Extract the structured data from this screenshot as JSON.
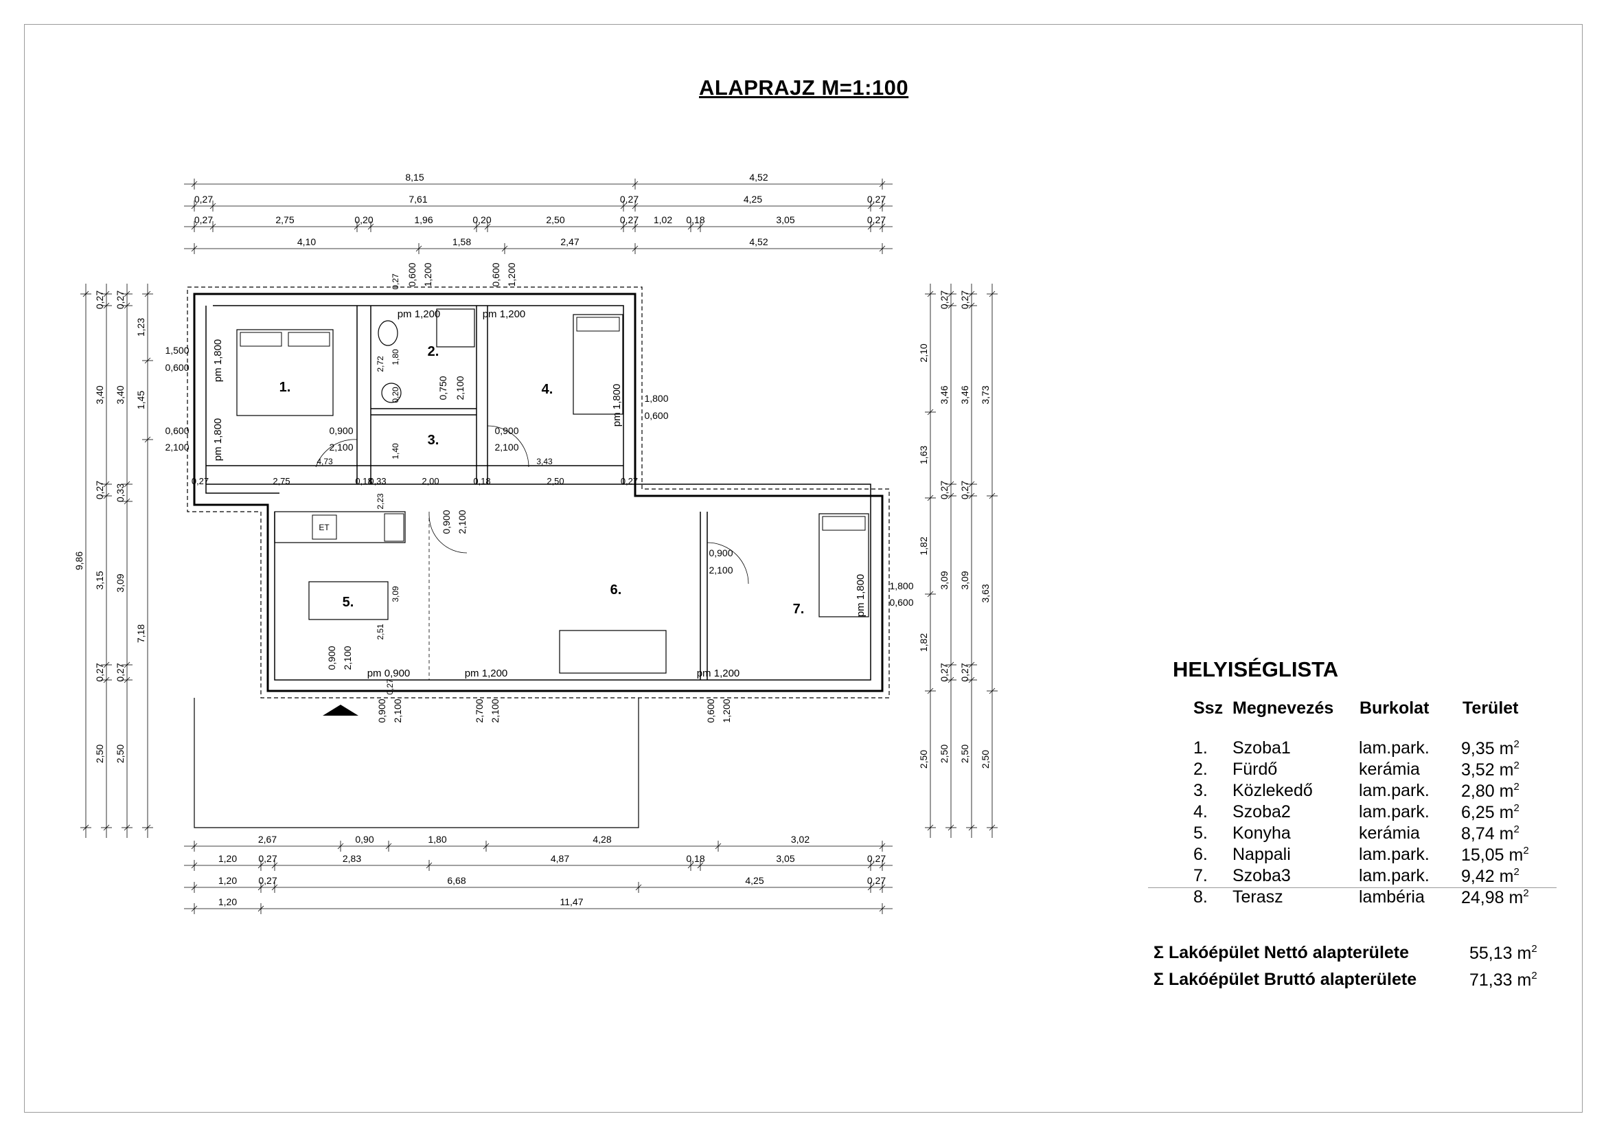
{
  "title": "ALAPRAJZ M=1:100",
  "room_list": {
    "title": "HELYISÉGLISTA",
    "headers": {
      "no": "Ssz",
      "name": "Megnevezés",
      "finish": "Burkolat",
      "area": "Terület"
    },
    "rows": [
      {
        "no": "1.",
        "name": "Szoba1",
        "finish": "lam.park.",
        "area": "9,35 m",
        "unit_sup": "2"
      },
      {
        "no": "2.",
        "name": "Fürdő",
        "finish": "kerámia",
        "area": "3,52 m",
        "unit_sup": "2"
      },
      {
        "no": "3.",
        "name": "Közlekedő",
        "finish": "lam.park.",
        "area": "2,80 m",
        "unit_sup": "2"
      },
      {
        "no": "4.",
        "name": "Szoba2",
        "finish": "lam.park.",
        "area": "6,25 m",
        "unit_sup": "2"
      },
      {
        "no": "5.",
        "name": "Konyha",
        "finish": "kerámia",
        "area": "8,74 m",
        "unit_sup": "2"
      },
      {
        "no": "6.",
        "name": "Nappali",
        "finish": "lam.park.",
        "area": "15,05 m",
        "unit_sup": "2"
      },
      {
        "no": "7.",
        "name": "Szoba3",
        "finish": "lam.park.",
        "area": "9,42 m",
        "unit_sup": "2"
      },
      {
        "no": "8.",
        "name": "Terasz",
        "finish": "lambéria",
        "area": "24,98 m",
        "unit_sup": "2"
      }
    ],
    "totals": [
      {
        "label": "Σ Lakóépület Nettó alapterülete",
        "value": "55,13 m",
        "unit_sup": "2"
      },
      {
        "label": "Σ Lakóépület Bruttó alapterülete",
        "value": "71,33 m",
        "unit_sup": "2"
      }
    ]
  },
  "plan": {
    "room_numbers": [
      "1.",
      "2.",
      "3.",
      "4.",
      "5.",
      "6.",
      "7."
    ],
    "stove_label": "ET",
    "dims_top_1": [
      "8,15",
      "4,52"
    ],
    "dims_top_2": [
      "0,27",
      "7,61",
      "0,27",
      "4,25",
      "0,27"
    ],
    "dims_top_3": [
      "0,27",
      "2,75",
      "0,20",
      "1,96",
      "0,20",
      "2,50",
      "0,27",
      "1,02",
      "0,18",
      "3,05",
      "0,27"
    ],
    "dims_top_4": [
      "4,10",
      "1,58",
      "2,47",
      "4,52"
    ],
    "dims_bottom_1": [
      "2,67",
      "0,90",
      "1,80",
      "4,28",
      "3,02"
    ],
    "dims_bottom_2": [
      "1,20",
      "0,27",
      "2,83",
      "4,87",
      "0,18",
      "3,05",
      "0,27"
    ],
    "dims_bottom_3": [
      "1,20",
      "0,27",
      "6,68",
      "4,25",
      "0,27"
    ],
    "dims_bottom_4": [
      "1,20",
      "11,47"
    ],
    "dims_left_1": [
      "0,27",
      "3,40",
      "0,27",
      "3,15",
      "0,27",
      "2,50"
    ],
    "dims_left_2": [
      "0,27",
      "3,40",
      "0,33",
      "3,09",
      "0,27",
      "2,50"
    ],
    "dims_left_3": [
      "1,23",
      "1,45",
      "7,18"
    ],
    "dims_left_4": [
      "9,86"
    ],
    "dims_right_1": [
      "2,10",
      "1,63",
      "1,82",
      "1,82",
      "2,50"
    ],
    "dims_right_2": [
      "0,27",
      "3,46",
      "0,27",
      "3,09",
      "0,27",
      "2,50"
    ],
    "dims_right_3": [
      "0,27",
      "3,46",
      "0,27",
      "3,09",
      "0,27",
      "2,50"
    ],
    "dims_right_4": [
      "3,73",
      "3,63",
      "2,50"
    ],
    "interior_row": [
      "0,27",
      "2,75",
      "0,18",
      "0,33",
      "2,00",
      "0,18",
      "2,50",
      "0,27"
    ],
    "openings": {
      "win_top_1": [
        "0,27",
        "0,600",
        "1,200"
      ],
      "win_top_2": [
        "0,600",
        "1,200"
      ],
      "pm_top": [
        "pm 1,200",
        "pm 1,200"
      ],
      "win_left_room1": [
        "1,500",
        "0,600"
      ],
      "door_left_room1": [
        "0,600",
        "2,100"
      ],
      "pm_room1": [
        "pm 1,800",
        "pm 1,800"
      ],
      "door_room1": [
        "0,900",
        "2,100",
        "4,73"
      ],
      "door_room4": [
        "0,900",
        "2,100",
        "3,43"
      ],
      "bath_dims": [
        "2,72",
        "1,80",
        "0,20"
      ],
      "bath_door": [
        "0,750",
        "2,100"
      ],
      "corridor_h": "1,40",
      "win_room4": [
        "1,800",
        "0,600"
      ],
      "pm_room4": "pm 1,800",
      "kitchen_door": [
        "0,900",
        "2,100"
      ],
      "corr_2_23": "2,23",
      "kitchen_dims": [
        "3,09",
        "2,51"
      ],
      "door_room7": [
        "0,900",
        "2,100"
      ],
      "win_room7": [
        "1,800",
        "0,600"
      ],
      "pm_room7": "pm 1,800",
      "pm_bottom": [
        "pm 0,900",
        "pm 1,200",
        "pm 1,200"
      ],
      "door_bottom_1": [
        "0,900",
        "2,100"
      ],
      "door_bottom_2": [
        "0,900",
        "2,100",
        "0,27"
      ],
      "door_bottom_3": [
        "2,700",
        "2,100"
      ],
      "door_bottom_4": [
        "0,600",
        "1,200"
      ]
    }
  }
}
